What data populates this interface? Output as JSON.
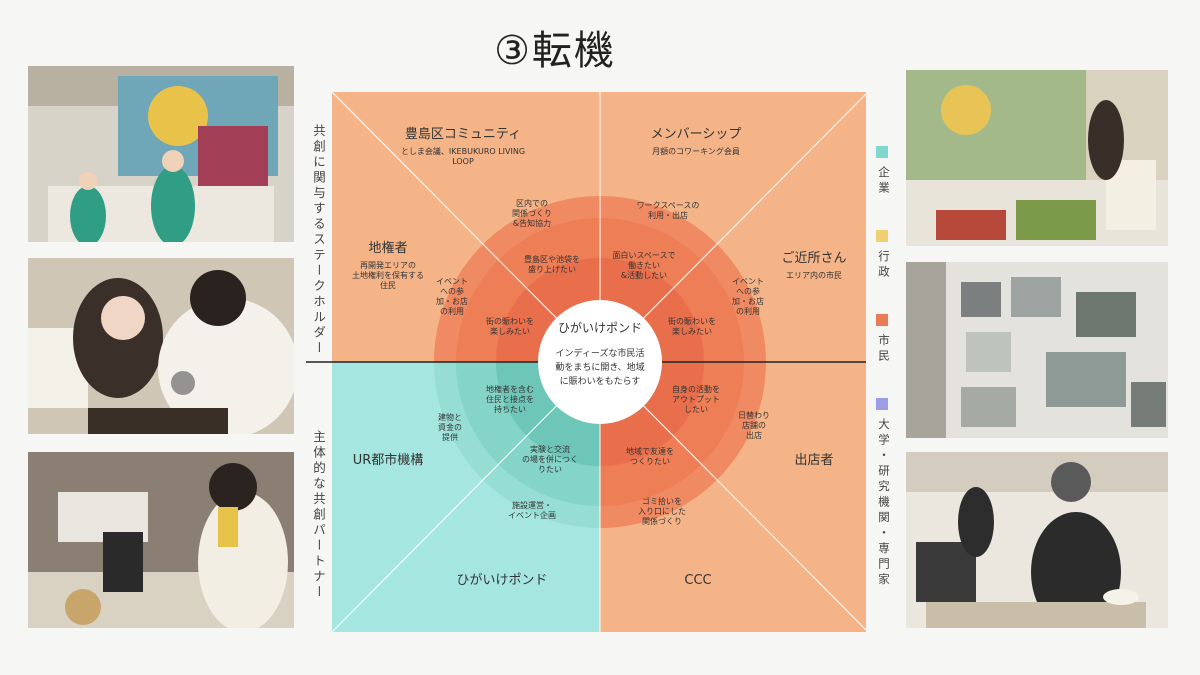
{
  "title": "③転機",
  "side_labels": {
    "top": "共創に関与するステークホルダー",
    "bottom": "主体的な共創パートナー"
  },
  "legend": [
    {
      "label": "企業",
      "color": "#7fd8cf"
    },
    {
      "label": "行政",
      "color": "#f0cf72"
    },
    {
      "label": "市民",
      "color": "#ea7b52"
    },
    {
      "label": "大学・研究機関・専門家",
      "color": "#9b9ee6"
    }
  ],
  "center": {
    "name": "ひがいけポンド",
    "line1": "インディーズな市民活",
    "line2": "動をまちに開き、地域",
    "line3": "に賑わいをもたらす"
  },
  "stakeholders": {
    "toshima": {
      "name": "豊島区コミュニティ",
      "desc1": "としま会議、IKEBUKURO LIVING",
      "desc2": "LOOP"
    },
    "member": {
      "name": "メンバーシップ",
      "desc1": "月額のコワーキング会員"
    },
    "landowner": {
      "name": "地権者",
      "desc1": "再開発エリアの",
      "desc2": "土地権利を保有する",
      "desc3": "住民"
    },
    "neighbor": {
      "name": "ご近所さん",
      "desc1": "エリア内の市民"
    },
    "ur": {
      "name": "UR都市機構"
    },
    "shop": {
      "name": "出店者"
    },
    "pond": {
      "name": "ひがいけポンド"
    },
    "ccc": {
      "name": "CCC"
    }
  },
  "outer_ring": {
    "nw": [
      "区内での",
      "関係づくり",
      "&告知協力"
    ],
    "ne": [
      "ワークスペースの",
      "利用・出店"
    ],
    "w": [
      "イベント",
      "への参",
      "加・お店",
      "の利用"
    ],
    "e": [
      "イベント",
      "への参",
      "加・お店",
      "の利用"
    ],
    "sw": [
      "建物と",
      "資金の",
      "提供"
    ],
    "se": [
      "日替わり",
      "店舗の",
      "出店"
    ],
    "s": [
      "施設運営・",
      "イベント企画"
    ],
    "s2": [
      "ゴミ拾いを",
      "入り口にした",
      "関係づくり"
    ]
  },
  "inner_ring": {
    "nw": [
      "豊島区や池袋を",
      "盛り上げたい"
    ],
    "ne": [
      "面白いスペースで",
      "働きたい",
      "&活動したい"
    ],
    "w": [
      "街の賑わいを",
      "楽しみたい"
    ],
    "e": [
      "街の賑わいを",
      "楽しみたい"
    ],
    "sw": [
      "地権者を含む",
      "住民と接点を",
      "持ちたい"
    ],
    "se": [
      "自身の活動を",
      "アウトプット",
      "したい"
    ],
    "s": [
      "実験と交流",
      "の場を併につく",
      "りたい"
    ],
    "s2": [
      "地域で友達を",
      "つくりたい"
    ]
  },
  "colors": {
    "upper_outer": "#f4b488",
    "upper_mid": "#f08a62",
    "upper_inner": "#e96f4c",
    "lower_left_outer": "#a6e6e0",
    "lower_left_mid": "#84d4c8",
    "lower_left_inner": "#6ec6b8",
    "lower_right_outer": "#f4b488",
    "lower_right_mid": "#f08a62",
    "lower_right_inner": "#e96f4c"
  }
}
